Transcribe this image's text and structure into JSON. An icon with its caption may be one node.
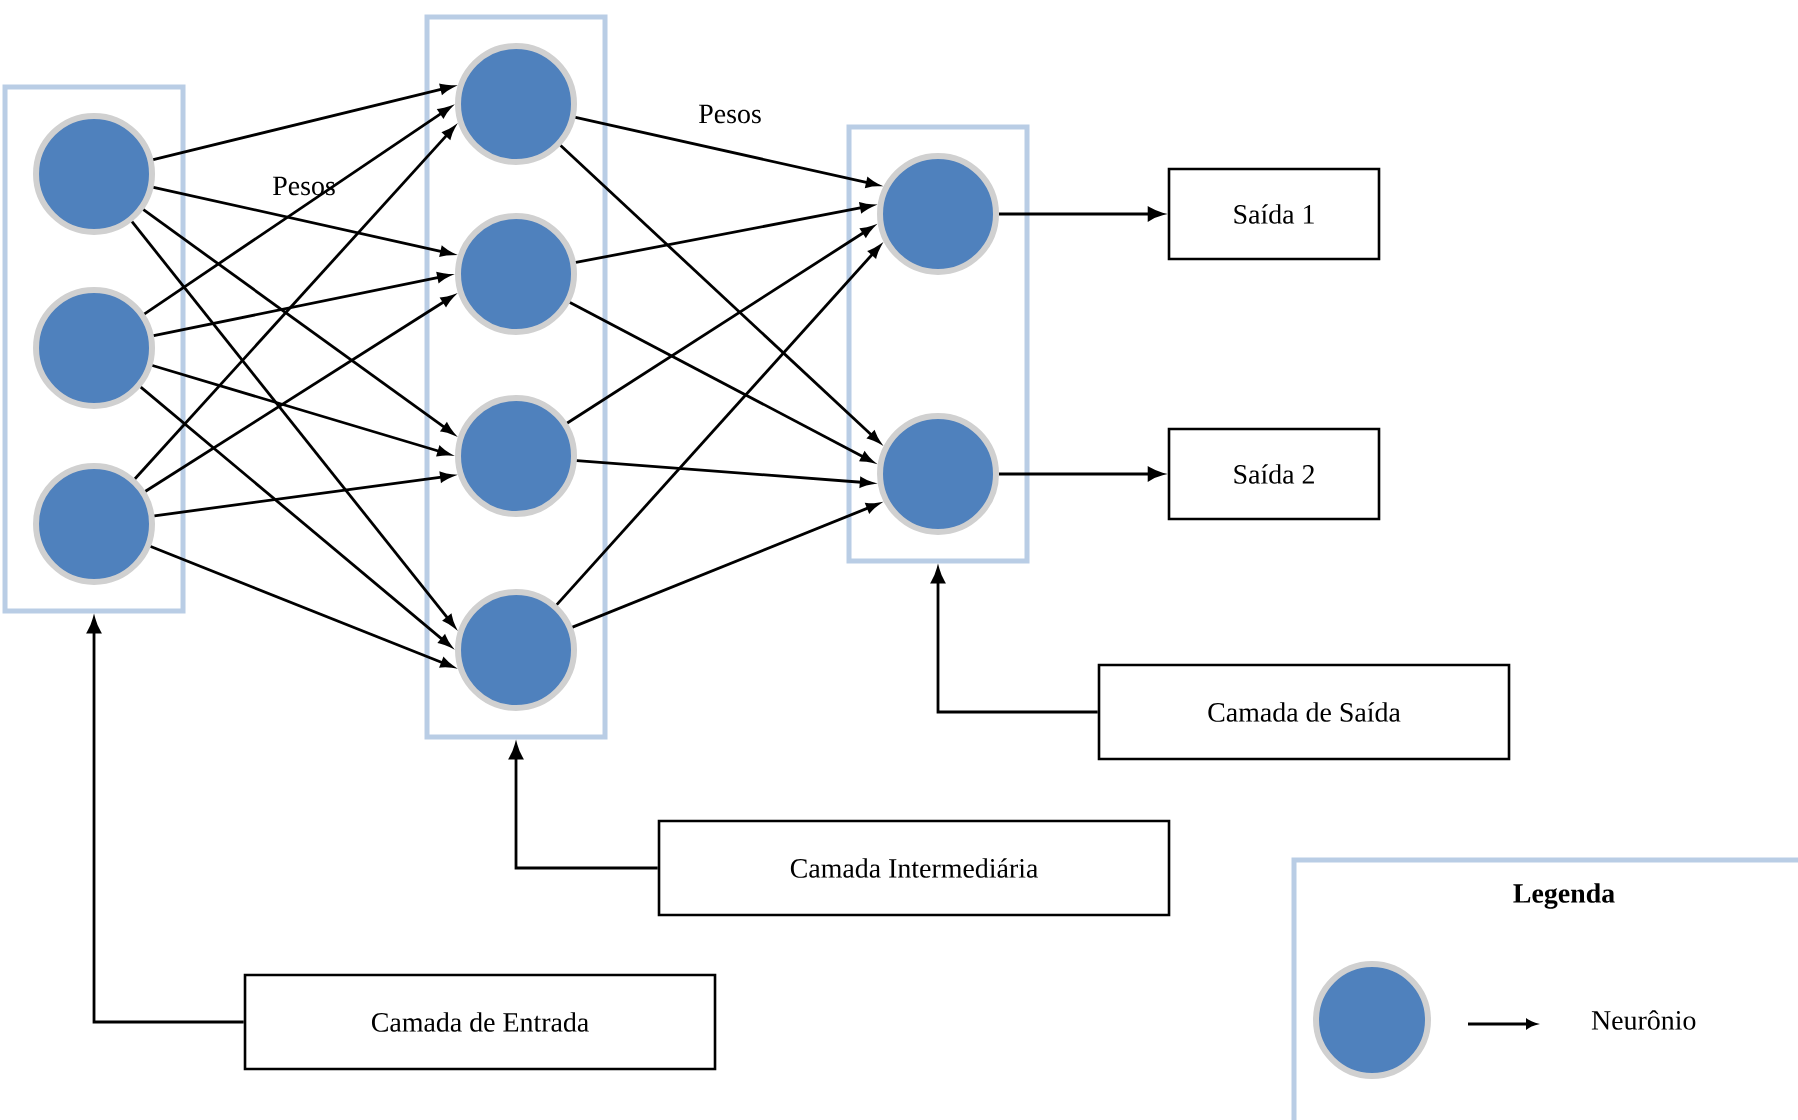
{
  "diagram": {
    "nodes": [
      {
        "text": [],
        "shape": "box"
      },
      {
        "text": [],
        "shape": "circle",
        "in": 0
      },
      {
        "text": [],
        "shape": "circle",
        "in": 0
      },
      {
        "text": [],
        "shape": "circle",
        "in": 0
      },
      {
        "text": [],
        "shape": "box"
      },
      {
        "text": [],
        "shape": "circle",
        "in": 4
      },
      {
        "text": [],
        "shape": "circle",
        "in": 4
      },
      {
        "text": [],
        "shape": "circle",
        "in": 4
      },
      {
        "text": [],
        "shape": "circle",
        "in": 4
      },
      {
        "text": [],
        "shape": "box"
      },
      {
        "text": [],
        "shape": "circle",
        "in": 9
      },
      {
        "text": [],
        "shape": "circle",
        "in": 9
      },
      {
        "text": [
          "Saída 1"
        ]
      },
      {
        "text": [
          "Saída 2"
        ]
      },
      {
        "text": [
          "Camada de Saída"
        ]
      },
      {
        "text": [
          "Camada Intermediária"
        ]
      },
      {
        "text": [
          "Camada de Entrada"
        ]
      }
    ],
    "edges": [
      {
        "from": 1,
        "to": 5,
        "arrow": "to"
      },
      {
        "from": 1,
        "to": 6,
        "arrow": "to"
      },
      {
        "from": 1,
        "to": 7,
        "arrow": "to"
      },
      {
        "from": 1,
        "to": 8,
        "arrow": "to"
      },
      {
        "from": 2,
        "to": 5,
        "arrow": "to"
      },
      {
        "from": 2,
        "to": 6,
        "arrow": "to"
      },
      {
        "from": 2,
        "to": 7,
        "arrow": "to"
      },
      {
        "from": 2,
        "to": 8,
        "arrow": "to"
      },
      {
        "from": 3,
        "to": 5,
        "arrow": "to"
      },
      {
        "from": 3,
        "to": 6,
        "arrow": "to"
      },
      {
        "from": 3,
        "to": 7,
        "arrow": "to"
      },
      {
        "from": 3,
        "to": 8,
        "arrow": "to"
      },
      {
        "from": 5,
        "to": 10,
        "arrow": "to"
      },
      {
        "from": 5,
        "to": 11,
        "arrow": "to"
      },
      {
        "from": 6,
        "to": 10,
        "arrow": "to"
      },
      {
        "from": 6,
        "to": 11,
        "arrow": "to"
      },
      {
        "from": 7,
        "to": 10,
        "arrow": "to"
      },
      {
        "from": 7,
        "to": 11,
        "arrow": "to"
      },
      {
        "from": 8,
        "to": 10,
        "arrow": "to"
      },
      {
        "from": 8,
        "to": 11,
        "arrow": "to"
      },
      {
        "from": 10,
        "to": 12,
        "arrow": "to"
      },
      {
        "from": 11,
        "to": 13,
        "arrow": "to"
      },
      {
        "from": 14,
        "to": 9,
        "arrow": "to"
      },
      {
        "from": 15,
        "to": 4,
        "arrow": "to"
      },
      {
        "from": 16,
        "to": 0,
        "arrow": "to"
      }
    ],
    "labels": [
      "Pesos",
      "Pesos",
      "Legenda"
    ],
    "legend": [
      {
        "text": "Neurônio"
      }
    ]
  }
}
